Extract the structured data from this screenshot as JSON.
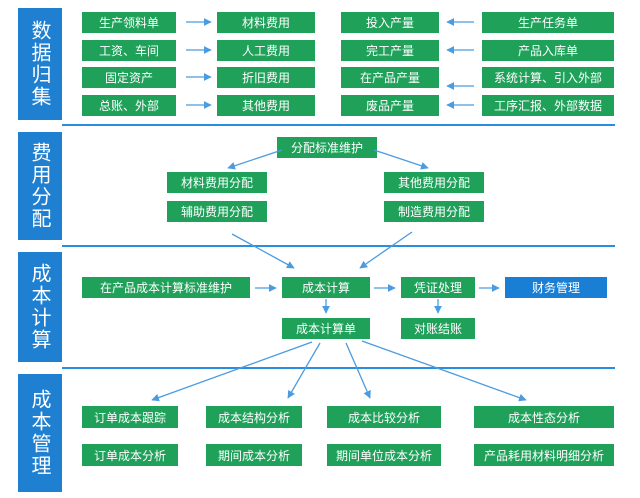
{
  "sections": {
    "s1": "数据归集",
    "s2": "费用分配",
    "s3": "成本计算",
    "s4": "成本管理"
  },
  "collect": {
    "left_src": [
      "生产领料单",
      "工资、车间",
      "固定资产",
      "总账、外部"
    ],
    "left_dst": [
      "材料费用",
      "人工费用",
      "折旧费用",
      "其他费用"
    ],
    "right_dst": [
      "投入产量",
      "完工产量",
      "在产品产量",
      "废品产量"
    ],
    "right_src": [
      "生产任务单",
      "产品入库单",
      "系统计算、引入外部",
      "工序汇报、外部数据"
    ]
  },
  "allocate": {
    "standard": "分配标准维护",
    "material": "材料费用分配",
    "auxiliary": "辅助费用分配",
    "other": "其他费用分配",
    "manufacturing": "制造费用分配"
  },
  "calc": {
    "wip_standard": "在产品成本计算标准维护",
    "cost_calc": "成本计算",
    "voucher": "凭证处理",
    "finance": "财务管理",
    "cost_sheet": "成本计算单",
    "reconcile": "对账结账"
  },
  "manage": {
    "row1": [
      "订单成本跟踪",
      "成本结构分析",
      "成本比较分析",
      "成本性态分析"
    ],
    "row2": [
      "订单成本分析",
      "期间成本分析",
      "期间单位成本分析",
      "产品耗用材料明细分析"
    ]
  },
  "colors": {
    "green": "#1fa15a",
    "blue": "#1a7fd4",
    "arrow": "#4a9be0"
  }
}
